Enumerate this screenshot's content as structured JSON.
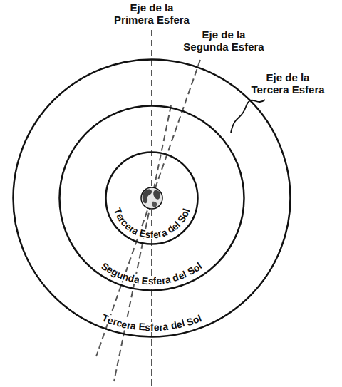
{
  "diagram": {
    "nodes": [
      {
        "text": [
          "Tercera Esfera del Sol"
        ]
      },
      {
        "text": [
          "Segunda Esfera del Sol"
        ],
        "in": 0
      },
      {
        "text": [
          "Tercera Esfera del Sol"
        ],
        "in": 1
      }
    ],
    "labels": [
      "Eje de la Primera Esfera",
      "Eje de la Segunda Esfera",
      "Eje de la Tercera Esfera"
    ]
  }
}
